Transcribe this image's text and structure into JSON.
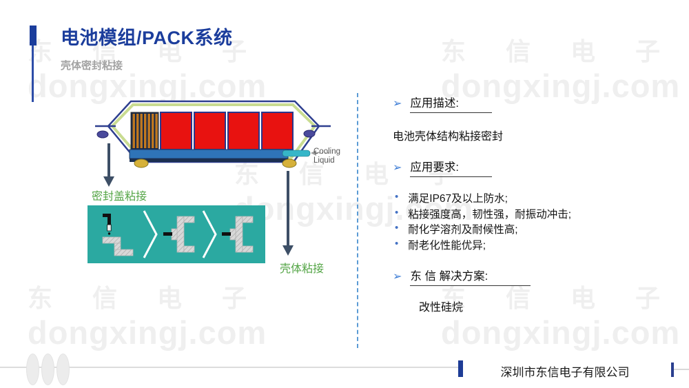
{
  "slide": {
    "title": "电池模组/PACK系统",
    "subtitle": "壳体密封粘接"
  },
  "watermark": {
    "cn": "东信电子",
    "domain": "dongxingj.com"
  },
  "diagram": {
    "cooling_line1": "Cooling",
    "cooling_line2": "Liquid",
    "seal_cover_label": "密封盖粘接",
    "shell_label": "壳体粘接"
  },
  "content": {
    "bullet_icon": "➢",
    "dot_icon": "•",
    "desc": {
      "heading": "应用描述:",
      "text": "电池壳体结构粘接密封"
    },
    "req": {
      "heading": "应用要求:",
      "items": [
        "满足IP67及以上防水;",
        "粘接强度高，韧性强，耐振动冲击;",
        "耐化学溶剂及耐候性高;",
        "耐老化性能优异;"
      ]
    },
    "solution": {
      "heading": "东 信 解决方案:",
      "text": "改性硅烷"
    }
  },
  "footer": {
    "company": "深圳市东信电子有限公司"
  },
  "colors": {
    "accent_blue": "#1b3d9c",
    "label_green": "#54a546",
    "panel_teal": "#2ba9a1",
    "divider_blue": "#5b9bd5",
    "cell_red": "#e81210"
  }
}
